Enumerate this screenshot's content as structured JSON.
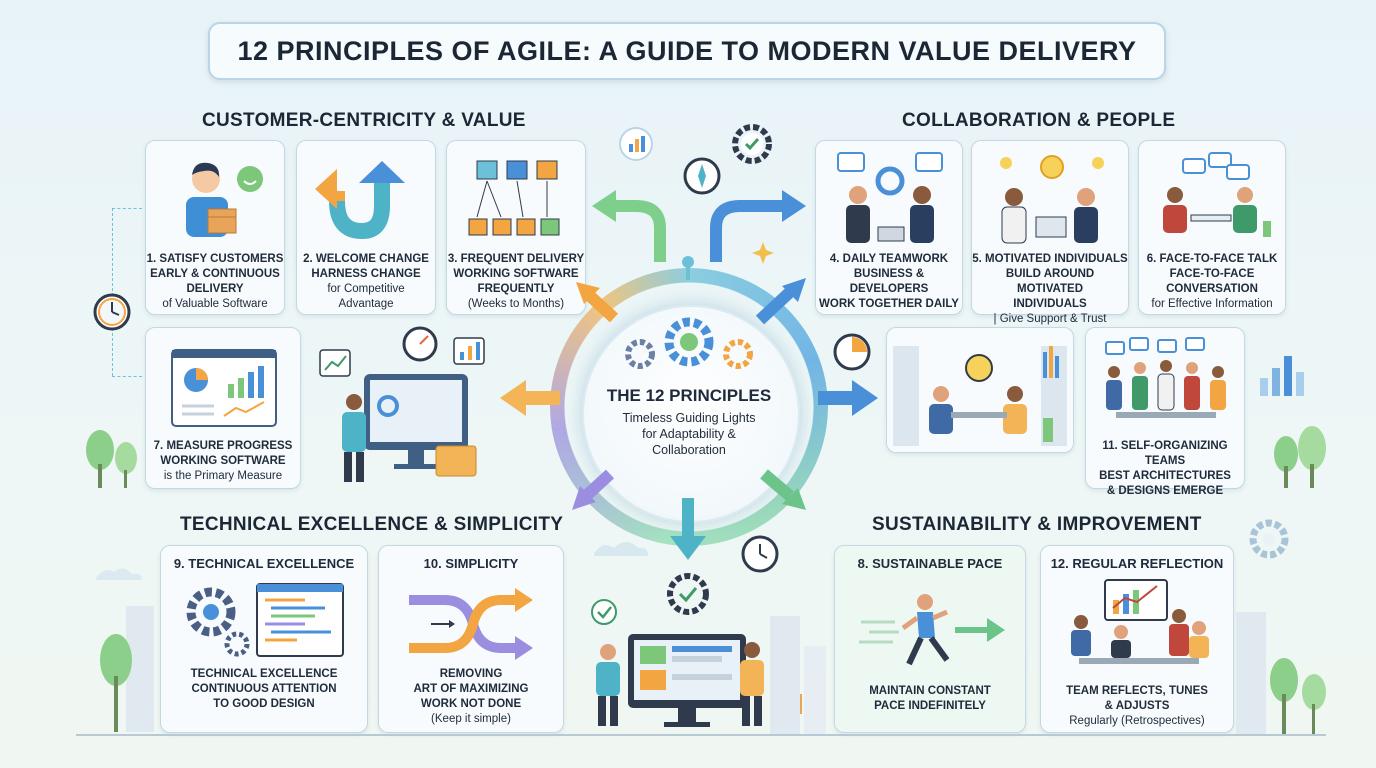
{
  "title": "12 PRINCIPLES OF AGILE: A GUIDE TO MODERN VALUE DELIVERY",
  "center": {
    "title": "THE 12 PRINCIPLES",
    "subtitle_1": "Timeless Guiding Lights",
    "subtitle_2": "for Adaptability &",
    "subtitle_3": "Collaboration"
  },
  "sections": {
    "customer": "CUSTOMER-CENTRICITY & VALUE",
    "collaboration": "COLLABORATION & PEOPLE",
    "technical": "TECHNICAL EXCELLENCE & SIMPLICITY",
    "sustainability": "SUSTAINABILITY & IMPROVEMENT"
  },
  "cards": {
    "p1": {
      "l1": "1. SATISFY CUSTOMERS",
      "l2": "EARLY & CONTINUOUS",
      "l3": "DELIVERY",
      "l4": "of Valuable Software"
    },
    "p2": {
      "l1": "2. WELCOME CHANGE",
      "l2": "HARNESS CHANGE",
      "l3": "for Competitive",
      "l4": "Advantage"
    },
    "p3": {
      "l1": "3. FREQUENT DELIVERY",
      "l2": "WORKING SOFTWARE",
      "l3": "FREQUENTLY",
      "l4": "(Weeks to Months)"
    },
    "p4": {
      "l1": "4. DAILY TEAMWORK",
      "l2": "BUSINESS & DEVELOPERS",
      "l3": "WORK TOGETHER DAILY"
    },
    "p5": {
      "l1": "5. MOTIVATED INDIVIDUALS",
      "l2": "BUILD AROUND MOTIVATED",
      "l3": "INDIVIDUALS",
      "l4": "| Give Support & Trust"
    },
    "p6": {
      "l1": "6. FACE-TO-FACE TALK",
      "l2": "FACE-TO-FACE",
      "l3": "CONVERSATION",
      "l4": "for Effective Information"
    },
    "p7": {
      "l1": "7. MEASURE PROGRESS",
      "l2": "WORKING SOFTWARE",
      "l3": "is the Primary Measure"
    },
    "p8": {
      "head": "8. SUSTAINABLE PACE",
      "l1": "MAINTAIN CONSTANT",
      "l2": "PACE INDEFINITELY"
    },
    "p9": {
      "head": "9. TECHNICAL EXCELLENCE",
      "l1": "TECHNICAL EXCELLENCE",
      "l2": "CONTINUOUS ATTENTION",
      "l3": "TO GOOD DESIGN"
    },
    "p10": {
      "head": "10. SIMPLICITY",
      "l1": "REMOVING",
      "l2": "ART OF MAXIMIZING",
      "l3": "WORK NOT DONE",
      "l4": "(Keep it simple)"
    },
    "p11": {
      "l1": "11. SELF-ORGANIZING TEAMS",
      "l2": "BEST ARCHITECTURES",
      "l3": "& DESIGNS EMERGE"
    },
    "p12": {
      "head": "12. REGULAR REFLECTION",
      "l1": "TEAM REFLECTS, TUNES",
      "l2": "& ADJUSTS",
      "l3": "Regularly (Retrospectives)"
    }
  },
  "colors": {
    "accent_blue": "#4a90d9",
    "accent_green": "#6cc48a",
    "accent_orange": "#f2a541",
    "accent_purple": "#8c7fd6",
    "accent_teal": "#4fb3c8"
  },
  "icons": [
    "gear-icon",
    "clock-icon",
    "chart-icon",
    "lightbulb-icon",
    "chat-bubble-icon",
    "check-icon",
    "arrow-icon",
    "folder-icon",
    "compass-icon",
    "tree-icon",
    "plant-icon"
  ]
}
